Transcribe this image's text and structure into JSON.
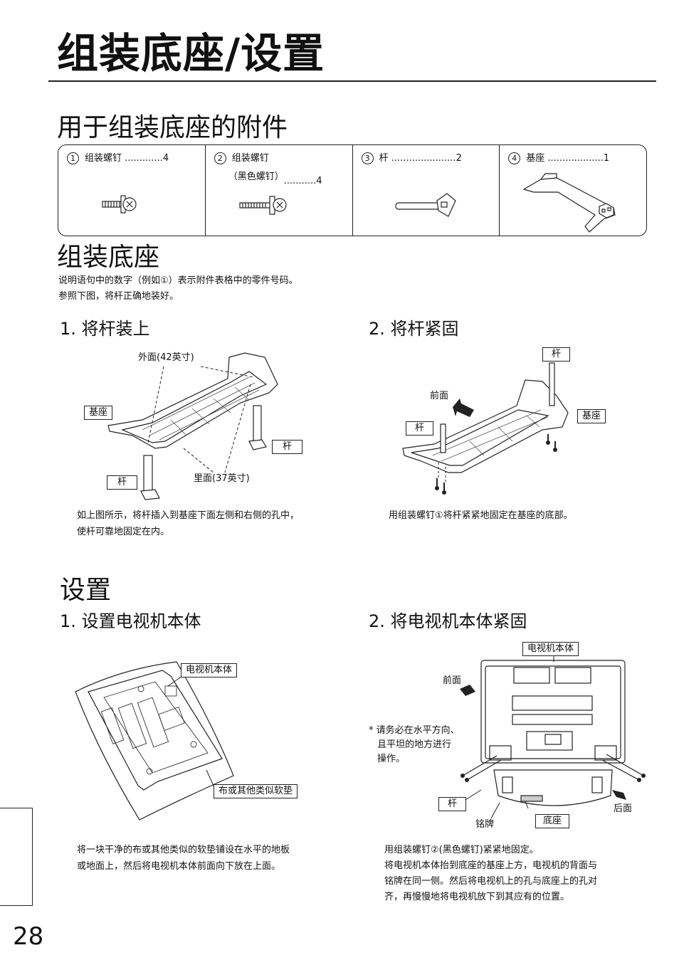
{
  "page_title": "组装底座/设置",
  "accessories": {
    "heading": "用于组装底座的附件",
    "items": [
      {
        "num": "1",
        "name": "组装螺钉",
        "qty": ".............4"
      },
      {
        "num": "2",
        "name": "组装螺钉",
        "sub": "（黑色螺钉）",
        "qty": "...........4"
      },
      {
        "num": "3",
        "name": "杆",
        "qty": "......................2"
      },
      {
        "num": "4",
        "name": "基座",
        "qty": "...................1"
      }
    ]
  },
  "assembly": {
    "heading": "组装底座",
    "intro_1": "说明语句中的数字（例如①）表示附件表格中的零件号码。",
    "intro_2": "参照下图，将杆正确地装好。",
    "step1": {
      "title": "1. 将杆装上",
      "labels": {
        "outer": "外面(42英寸)",
        "base": "基座",
        "rod_right": "杆",
        "rod_left": "杆",
        "inner": "里面(37英寸)"
      },
      "text_1": "如上图所示，将杆插入到基座下面左侧和右侧的孔中，",
      "text_2": "使杆可靠地固定在内。"
    },
    "step2": {
      "title": "2. 将杆紧固",
      "labels": {
        "rod_top": "杆",
        "front": "前面",
        "base": "基座",
        "rod_left": "杆"
      },
      "text": "用组装螺钉①将杆紧紧地固定在基座的底部。"
    }
  },
  "setup": {
    "heading": "设置",
    "step1": {
      "title": "1. 设置电视机本体",
      "labels": {
        "tv": "电视机本体",
        "cloth": "布或其他类似软垫"
      },
      "text_1": "将一块干净的布或其他类似的软垫铺设在水平的地板",
      "text_2": "或地面上，然后将电视机本体前面向下放在上面。"
    },
    "step2": {
      "title": "2. 将电视机本体紧固",
      "labels": {
        "tv": "电视机本体",
        "front": "前面",
        "rod": "杆",
        "plate": "铭牌",
        "base": "底座",
        "back": "后面"
      },
      "note_1": "* 请务必在水平方向、",
      "note_2": "且平坦的地方进行",
      "note_3": "操作。",
      "text_1": "用组装螺钉②(黑色螺钉)紧紧地固定。",
      "text_2": "将电视机本体抬到底座的基座上方，电视机的背面与",
      "text_3": "铭牌在同一侧。然后将电视机上的孔与底座上的孔对",
      "text_4": "齐，再慢慢地将电视机放下到其应有的位置。"
    }
  },
  "page_number": "28"
}
